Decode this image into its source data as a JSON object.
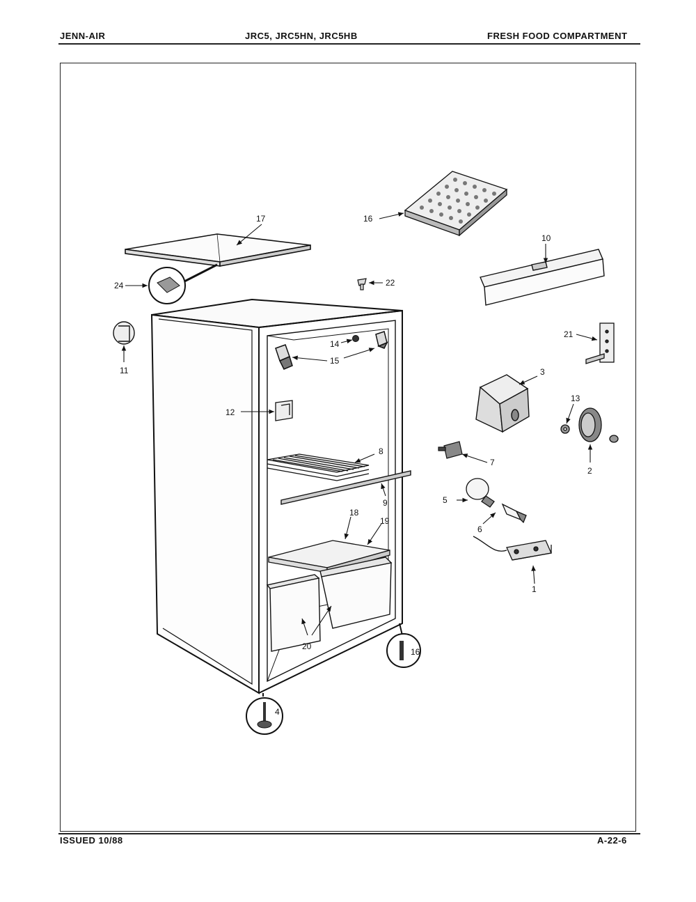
{
  "header": {
    "brand": "JENN-AIR",
    "models": "JRC5, JRC5HN, JRC5HB",
    "section": "FRESH FOOD COMPARTMENT"
  },
  "footer": {
    "issued": "ISSUED 10/88",
    "page": "A-22-6"
  },
  "callouts": {
    "c1": "1",
    "c2": "2",
    "c3": "3",
    "c4": "4",
    "c5": "5",
    "c6": "6",
    "c7": "7",
    "c8": "8",
    "c9": "9",
    "c10": "10",
    "c11": "11",
    "c12": "12",
    "c13": "13",
    "c14": "14",
    "c15": "15",
    "c16a": "16",
    "c16b": "16",
    "c17": "17",
    "c18": "18",
    "c19": "19",
    "c20": "20",
    "c21": "21",
    "c22": "22",
    "c24": "24"
  }
}
